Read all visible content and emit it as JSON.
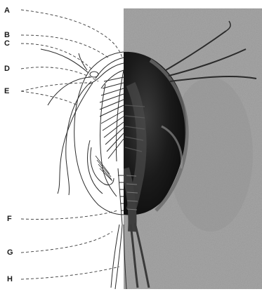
{
  "figure": {
    "labels": [
      "A",
      "B",
      "C",
      "D",
      "E",
      "F",
      "G",
      "H"
    ],
    "panels": {
      "left": "line-drawing",
      "right": "photograph"
    },
    "colors": {
      "ink": "#2b2b2b",
      "leader": "#3a3a3a",
      "photo_background": "#a9a9a9",
      "photo_shell": "#1e1e1e"
    }
  }
}
